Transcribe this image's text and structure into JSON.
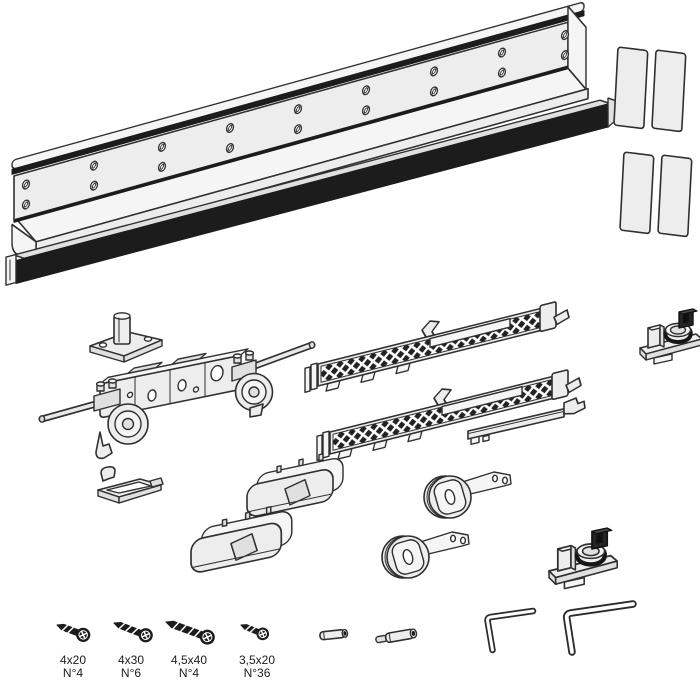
{
  "colors": {
    "background": "#ffffff",
    "line": "#2f2f2f",
    "fill_light": "#ededed",
    "fill_black": "#1c1c1c"
  },
  "fasteners": {
    "screws": [
      {
        "size": "4x20",
        "qty": "N°4"
      },
      {
        "size": "4x30",
        "qty": "N°6"
      },
      {
        "size": "4,5x40",
        "qty": "N°4"
      },
      {
        "size": "3,5x20",
        "qty": "N°36"
      }
    ]
  }
}
